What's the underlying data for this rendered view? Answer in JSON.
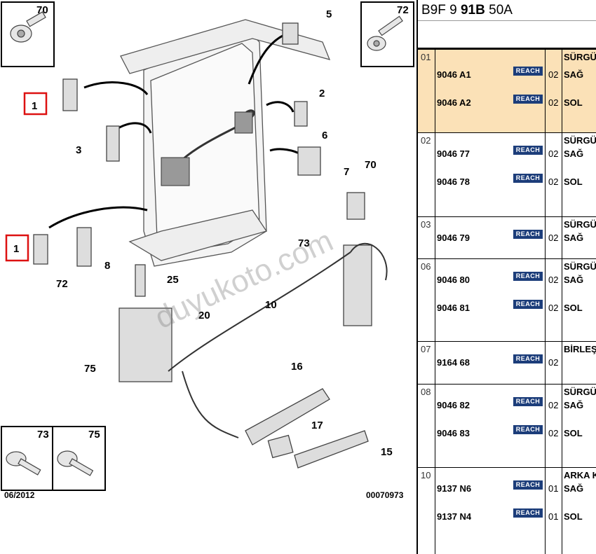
{
  "diagram": {
    "callouts": [
      "1",
      "1",
      "2",
      "3",
      "5",
      "6",
      "7",
      "8",
      "10",
      "15",
      "16",
      "17",
      "20",
      "25",
      "70",
      "72",
      "73",
      "75"
    ],
    "box_labels": {
      "screw_70": "70",
      "screw_72": "72",
      "screw_73": "73",
      "screw_75": "75"
    },
    "date": "06/2012",
    "drawing_code": "00070973",
    "watermark": "duyukoto.com"
  },
  "table": {
    "header": {
      "prefix": "B9F 9 ",
      "bold": "91B",
      "suffix": " 50A"
    },
    "reach_label": "REACH",
    "groups": [
      {
        "num": "01",
        "desc": "SÜRGÜ",
        "highlight": true,
        "rows": [
          {
            "pn": "9046 A1",
            "qty": "02",
            "side": "SAĞ"
          },
          {
            "pn": "9046 A2",
            "qty": "02",
            "side": "SOL"
          }
        ]
      },
      {
        "num": "02",
        "desc": "SÜRGÜ",
        "rows": [
          {
            "pn": "9046 77",
            "qty": "02",
            "side": "SAĞ"
          },
          {
            "pn": "9046 78",
            "qty": "02",
            "side": "SOL"
          }
        ]
      },
      {
        "num": "03",
        "desc": "SÜRGÜ",
        "rows": [
          {
            "pn": "9046 79",
            "qty": "02",
            "side": "SAĞ"
          }
        ]
      },
      {
        "num": "06",
        "desc": "SÜRGÜ",
        "rows": [
          {
            "pn": "9046 80",
            "qty": "02",
            "side": "SAĞ"
          },
          {
            "pn": "9046 81",
            "qty": "02",
            "side": "SOL"
          }
        ]
      },
      {
        "num": "07",
        "desc": "BİRLEŞ",
        "rows": [
          {
            "pn": "9164 68",
            "qty": "02",
            "side": ""
          }
        ]
      },
      {
        "num": "08",
        "desc": "SÜRGÜ",
        "rows": [
          {
            "pn": "9046 82",
            "qty": "02",
            "side": "SAĞ"
          },
          {
            "pn": "9046 83",
            "qty": "02",
            "side": "SOL"
          }
        ]
      },
      {
        "num": "10",
        "desc": "ARKA K",
        "rows": [
          {
            "pn": "9137 N6",
            "qty": "01",
            "side": "SAĞ"
          },
          {
            "pn": "9137 N4",
            "qty": "01",
            "side": "SOL"
          }
        ]
      }
    ]
  }
}
